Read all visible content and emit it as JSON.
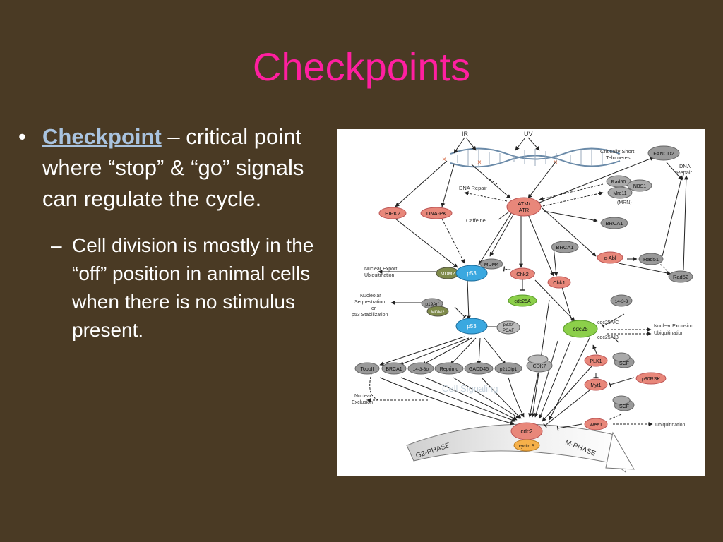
{
  "slide": {
    "title": "Checkpoints",
    "bullet": {
      "marker": "•",
      "keyword": "Checkpoint",
      "text": " – critical point where “stop” & “go” signals can regulate the cycle."
    },
    "subbullet": {
      "marker": "–",
      "text": "Cell division is mostly in the “off” position in animal cells when there is no stimulus present."
    }
  },
  "colors": {
    "title": "#ff1fa0",
    "background": "#4a3a24",
    "keyword": "#a9c3df",
    "red_node": "#e8877a",
    "gray_node": "#9a9a9a",
    "blue_node": "#3aa8e0",
    "green_node": "#8ccf4a",
    "olive_node": "#7e8a4a",
    "orange_node": "#f5b04a"
  },
  "diagram": {
    "signals": {
      "ir": "IR",
      "uv": "UV"
    },
    "nodes": {
      "fancd2": "FANCD2",
      "rad50": "Rad50",
      "nbs1": "NBS1",
      "mre11": "Mre11",
      "mrn": "(MRN)",
      "hipk2": "HIPK2",
      "dnapk": "DNA-PK",
      "atm_line1": "ATM/",
      "atm_line2": "ATR",
      "brca1_top": "BRCA1",
      "brca1_mid": "BRCA1",
      "cabl": "c-Abl",
      "rad51": "Rad51",
      "rad52": "Rad52",
      "mdm4": "MDM4",
      "mdm2_a": "MDM2",
      "p53_a": "p53",
      "chk2": "Chk2",
      "chk1": "Chk1",
      "cdc25a": "cdc25A",
      "p19": "p19Arf",
      "mdm2_b": "MDM2",
      "p53_b": "p53",
      "p300_line1": "p300/",
      "p300_line2": "PCAF",
      "cdc25": "cdc25",
      "f1433_right": "14-3-3",
      "topoii": "TopoII",
      "brca1_bot": "BRCA1",
      "f1433_bot": "14-3-3σ",
      "reprimo": "Reprimo",
      "gadd45": "GADD45",
      "p21": "p21Cip1",
      "cdk7": "CDK7",
      "plk1": "PLK1",
      "scf_a": "SCF",
      "p90rsk": "p90RSK",
      "myt1": "Myt1",
      "scf_b": "SCF",
      "wee1": "Wee1",
      "cdc2": "cdc2",
      "cyclinb": "cyclin B"
    },
    "labels": {
      "critically_short": "Critically Short",
      "telomeres": "Telomeres",
      "dna_repair_right_1": "DNA",
      "dna_repair_right_2": "Repair",
      "dna_repair_top": "DNA Repair",
      "caffeine": "Caffeine",
      "nuclear_export_1": "Nuclear Export,",
      "nuclear_export_2": "Ubiquitination",
      "nucleolar_1": "Nucleolar",
      "nucleolar_2": "Sequestration",
      "nucleolar_3": "or",
      "nucleolar_4": "p53 Stabilization",
      "cdc25ac": "cdc25A/C",
      "cdc25ab": "cdc25A/B",
      "nuclear_exclusion_right": "Nuclear Exclusion",
      "ubiquitination_right": "Ubiquitination",
      "nuclear_exclusion_left_1": "Nuclear",
      "nuclear_exclusion_left_2": "Exclusion",
      "ubiquitination_bottom": "Ubiquitination",
      "g2_phase": "G2-PHASE",
      "m_phase": "M-PHASE",
      "watermark": "Cell Signaling"
    }
  }
}
